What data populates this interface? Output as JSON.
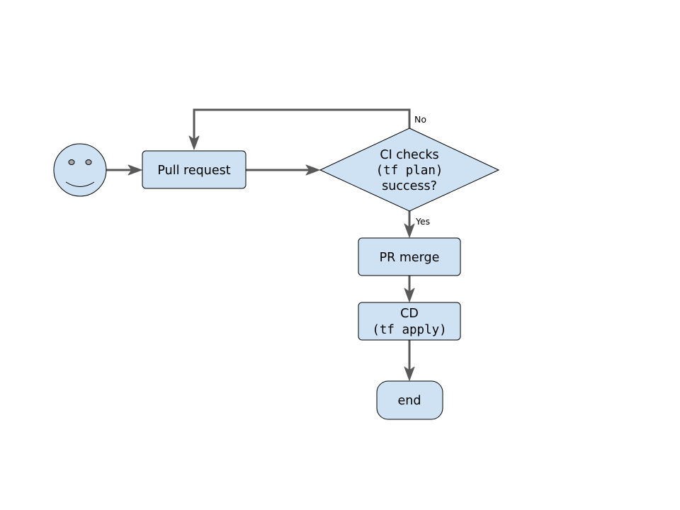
{
  "diagram": {
    "nodes": {
      "start": {
        "icon": "smiley-face-icon"
      },
      "pull_request": {
        "label": "Pull request"
      },
      "ci_check": {
        "line1": "CI checks",
        "line2": "(tf plan)",
        "line3": "success?"
      },
      "pr_merge": {
        "label": "PR merge"
      },
      "cd": {
        "line1": "CD",
        "line2": "(tf apply)"
      },
      "end": {
        "label": "end"
      }
    },
    "edges": {
      "no_label": "No",
      "yes_label": "Yes"
    },
    "colors": {
      "node_fill": "#cfe2f3",
      "edge": "#595959",
      "outline": "#000000"
    }
  }
}
